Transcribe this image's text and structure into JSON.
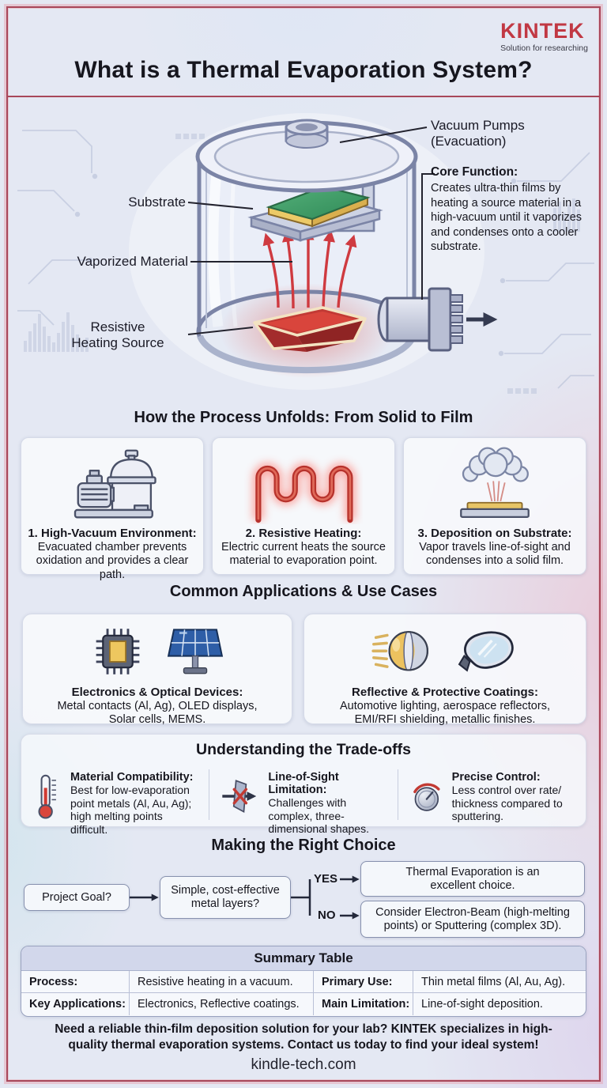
{
  "brand": {
    "logo": "KINTEK",
    "tagline": "Solution for researching"
  },
  "title": "What is a Thermal Evaporation System?",
  "colors": {
    "frame_red": "#a8475a",
    "logo_red": "#c13843",
    "heat_red": "#c23a33",
    "substrate_green": "#3f9e63",
    "gold": "#e7c566",
    "chamber_gray": "#7b84a6"
  },
  "diagram": {
    "vacuum_pumps_1": "Vacuum Pumps",
    "vacuum_pumps_2": "(Evacuation)",
    "substrate": "Substrate",
    "vaporized": "Vaporized Material",
    "heating_1": "Resistive",
    "heating_2": "Heating Source",
    "core_title": "Core Function:",
    "core_body": "Creates ultra-thin films by heating a source material in a high-vacuum until it vaporizes and condenses onto a cooler substrate."
  },
  "process": {
    "title": "How the Process Unfolds: From Solid to Film",
    "steps": [
      {
        "icon": "vacuum-pump-icon",
        "title": "1. High-Vacuum Environment:",
        "desc": "Evacuated chamber prevents oxidation and provides a clear path."
      },
      {
        "icon": "heating-coil-icon",
        "title": "2. Resistive Heating:",
        "desc": "Electric current heats the source material to evaporation point."
      },
      {
        "icon": "vapor-deposition-icon",
        "title": "3. Deposition on Substrate:",
        "desc": "Vapor travels line-of-sight and condenses into a solid film."
      }
    ]
  },
  "applications": {
    "title": "Common Applications & Use Cases",
    "cards": [
      {
        "icons": [
          "microchip-icon",
          "solar-panel-icon"
        ],
        "title": "Electronics & Optical Devices:",
        "desc": "Metal contacts (Al, Ag), OLED displays, Solar cells, MEMS."
      },
      {
        "icons": [
          "headlight-icon",
          "side-mirror-icon"
        ],
        "title": "Reflective & Protective Coatings:",
        "desc": "Automotive lighting, aerospace reflectors, EMI/RFI shielding, metallic finishes."
      }
    ]
  },
  "tradeoffs": {
    "title": "Understanding the Trade-offs",
    "items": [
      {
        "icon": "thermometer-icon",
        "title": "Material Compatibility:",
        "desc": "Best for low-evaporation point metals (Al, Au, Ag); high melting points difficult."
      },
      {
        "icon": "blocked-arrow-icon",
        "title": "Line-of-Sight Limitation:",
        "desc": "Challenges with complex, three-dimensional shapes."
      },
      {
        "icon": "control-knob-icon",
        "title": "Precise Control:",
        "desc": "Less control over rate/ thickness compared to sputtering."
      }
    ]
  },
  "choice": {
    "title": "Making the Right Choice",
    "start": "Project Goal?",
    "question": "Simple, cost-effective metal layers?",
    "yes_label": "YES",
    "no_label": "NO",
    "yes_result": "Thermal Evaporation is an excellent choice.",
    "no_result": "Consider Electron-Beam (high-melting points) or Sputtering (complex 3D)."
  },
  "summary": {
    "title": "Summary Table",
    "rows": [
      {
        "label1": "Process:",
        "value1": "Resistive heating in a vacuum.",
        "label2": "Primary Use:",
        "value2": "Thin metal films (Al, Au, Ag)."
      },
      {
        "label1": "Key Applications:",
        "value1": "Electronics, Reflective coatings.",
        "label2": "Main Limitation:",
        "value2": "Line-of-sight deposition."
      }
    ]
  },
  "footer": {
    "cta": "Need a reliable thin-film deposition solution for your lab? KINTEK specializes in high-quality thermal evaporation systems. Contact us today to find your ideal system!",
    "website": "kindle-tech.com"
  }
}
